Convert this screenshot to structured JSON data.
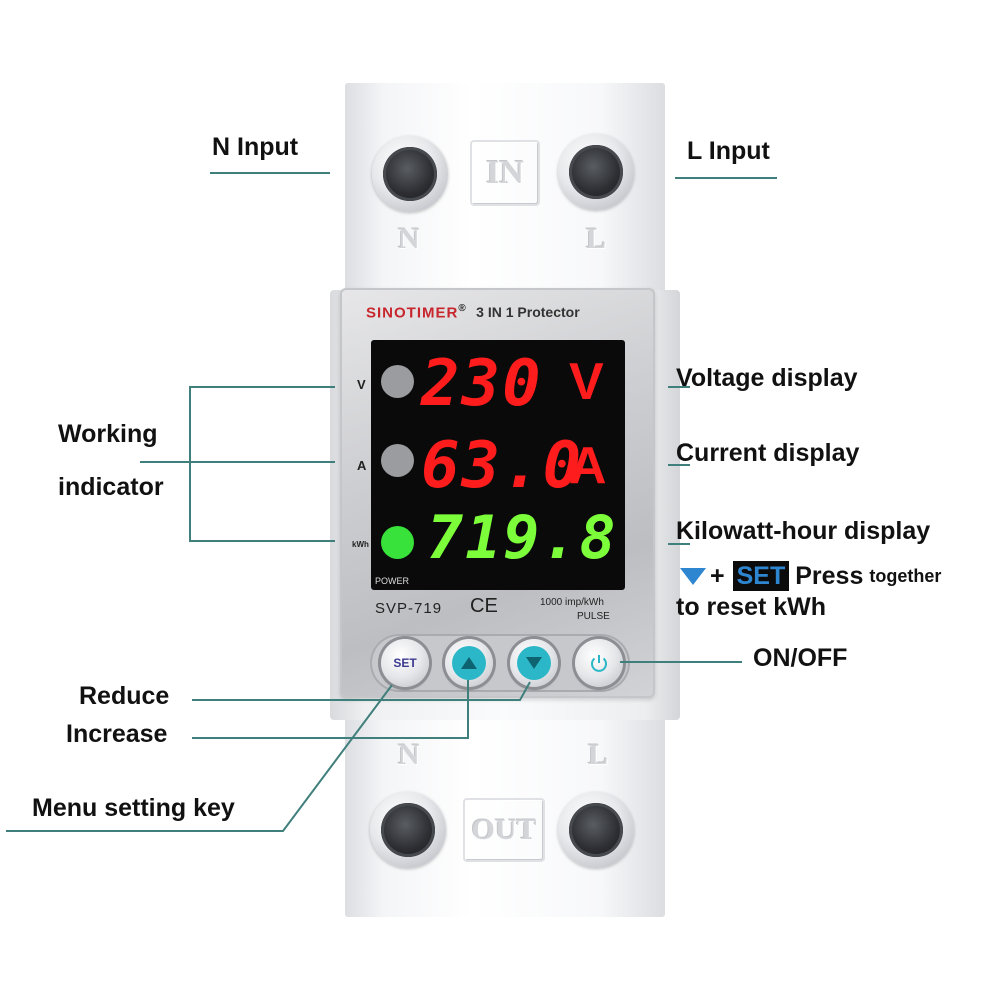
{
  "device": {
    "brand": "SINOTIMER",
    "brand_mark": "®",
    "subtitle": "3 IN 1 Protector",
    "model": "SVP-719",
    "ce_mark": "CE",
    "pulse_spec": "1000 imp/kWh",
    "pulse_label": "PULSE",
    "power_label": "POWER",
    "terminal_top": "IN",
    "terminal_bottom": "OUT",
    "terminal_n": "N",
    "terminal_l": "L",
    "indicator_labels": {
      "v": "V",
      "a": "A",
      "kwh": "kWh"
    },
    "readings": {
      "voltage": "230",
      "voltage_unit": "V",
      "current": "63.0",
      "current_unit": "A",
      "energy": "719.8"
    },
    "buttons": {
      "set": "SET",
      "up_icon": "triangle-up",
      "down_icon": "triangle-down",
      "power_icon": "power"
    },
    "colors": {
      "red_digit": "#ff1c1c",
      "green_digit": "#7cff3a",
      "cyan_button": "#2bb7c7",
      "brand_red": "#c8262d",
      "line": "#3f7f7c"
    }
  },
  "callouts": {
    "n_input": "N Input",
    "l_input": "L Input",
    "working_line1": "Working",
    "working_line2": "indicator",
    "voltage_display": "Voltage display",
    "current_display": "Current display",
    "kwh_display": "Kilowatt-hour display",
    "reset_plus": "+",
    "reset_set": "SET",
    "reset_press": "Press",
    "reset_together": "together",
    "reset_line2": "to reset kWh",
    "on_off": "ON/OFF",
    "reduce": "Reduce",
    "increase": "Increase",
    "menu_key": "Menu setting key"
  }
}
